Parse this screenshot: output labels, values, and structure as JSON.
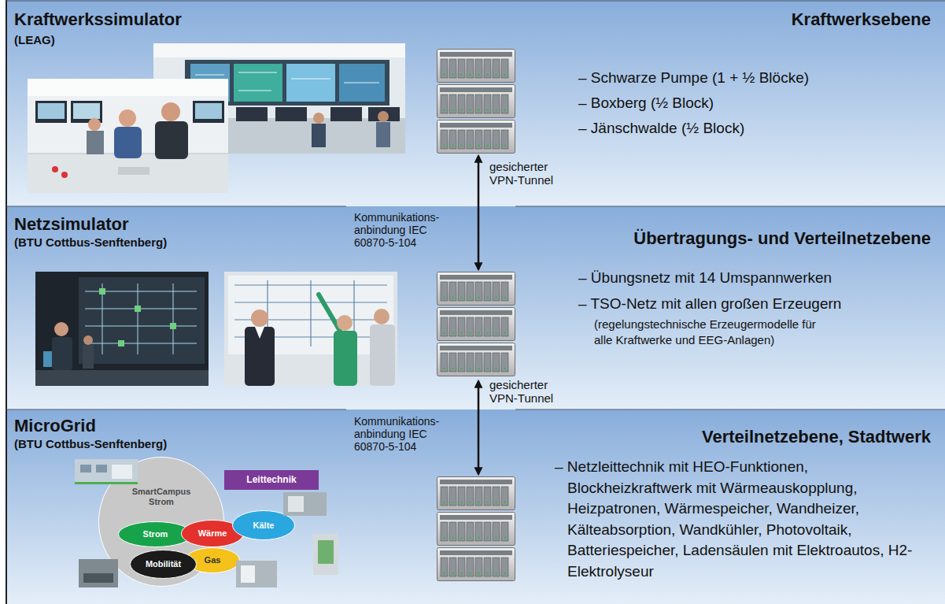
{
  "diagram": {
    "nodes": [
      {
        "text": [
          "Kraftwerkssimulator",
          "(LEAG)",
          "Kraftwerksebene",
          "– Schwarze Pumpe (1 + ½ Blöcke)",
          "– Boxberg (½ Block)",
          "– Jänschwalde (½ Block)"
        ]
      },
      {
        "text": [
          "Netzsimulator",
          "(BTU Cottbus-Senftenberg)",
          "Übertragungs- und Verteilnetzebene",
          "– Übungsnetz mit 14 Umspannwerken",
          "– TSO-Netz mit allen großen Erzeugern",
          "(regelungstechnische Erzeugermodelle für alle Kraftwerke und EEG-Anlagen)"
        ]
      },
      {
        "text": [
          "MicroGrid",
          "(BTU Cottbus-Senftenberg)",
          "Verteilnetzebene, Stadtwerk",
          "– Netzleittechnik mit HEO-Funktionen, Blockheizkraftwerk mit Wärmeauskopplung, Heizpatronen, Wärmespeicher, Wandheizer, Kälteabsorption, Wandkühler, Photovoltaik, Batteriespeicher, Ladensäulen mit Elektroautos, H2-Elektrolyseur"
        ]
      },
      {
        "text": [
          "Leittechnik"
        ],
        "in": 2
      },
      {
        "text": [
          "SmartCampus Strom"
        ],
        "in": 2
      },
      {
        "text": [
          "Strom"
        ],
        "in": 2
      },
      {
        "text": [
          "Wärme"
        ],
        "in": 2
      },
      {
        "text": [
          "Kälte"
        ],
        "in": 2
      },
      {
        "text": [
          "Gas"
        ],
        "in": 2
      },
      {
        "text": [
          "Mobilität"
        ],
        "in": 2
      }
    ],
    "edges": [
      {
        "from": 0,
        "to": 1,
        "arrow": "both",
        "label": "gesicherter VPN-Tunnel"
      },
      {
        "from": 1,
        "to": 2,
        "arrow": "both",
        "label": "gesicherter VPN-Tunnel"
      }
    ],
    "labels": [
      "Kommunikations- anbindung IEC 60870-5-104",
      "Kommunikations- anbindung IEC 60870-5-104"
    ]
  }
}
